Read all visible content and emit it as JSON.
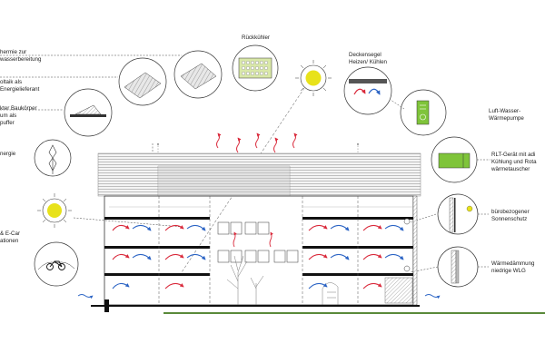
{
  "labels": {
    "ruckkuhler": "Rückkühler",
    "deckensegel_1": "Deckensegel",
    "deckensegel_2": "Heizen/ Kühlen",
    "solarthermie_1": "hermie zur",
    "solarthermie_2": "wasserbereitung",
    "photovoltaik_1": "oltaik als",
    "photovoltaik_2": "Energielieferant",
    "bauk_1": "kter Baukörper",
    "bauk_2": "um als",
    "bauk_3": "puffer",
    "wind": "nergie",
    "ecar_1": "& E-Car",
    "ecar_2": "ationen",
    "luftwasser_1": "Luft-Wasser-",
    "luftwasser_2": "Wärmepumpe",
    "rlt_1": "RLT-Gerät mit adi",
    "rlt_2": "Kühlung und Rota",
    "rlt_3": "wärmetauscher",
    "sonnenschutz_1": "bürobezogener",
    "sonnenschutz_2": "Sonnenschutz",
    "daemmung_1": "Wärmedämmung",
    "daemmung_2": "niedrige WLG"
  },
  "colors": {
    "sun": "#e8e21a",
    "heat_arrow": "#d9283a",
    "cool_arrow": "#2a63c4",
    "green_panel": "#7fc43a",
    "footer_line": "#5a8a3a",
    "line": "#333333"
  },
  "icons": [
    "sun-icon",
    "solar-thermal-icon",
    "photovoltaic-icon",
    "building-mass-icon",
    "wind-turbine-icon",
    "bicycle-icon",
    "cooler-icon",
    "ceiling-panel-icon",
    "heat-pump-icon",
    "ventilation-unit-icon",
    "shading-icon",
    "insulation-icon"
  ]
}
